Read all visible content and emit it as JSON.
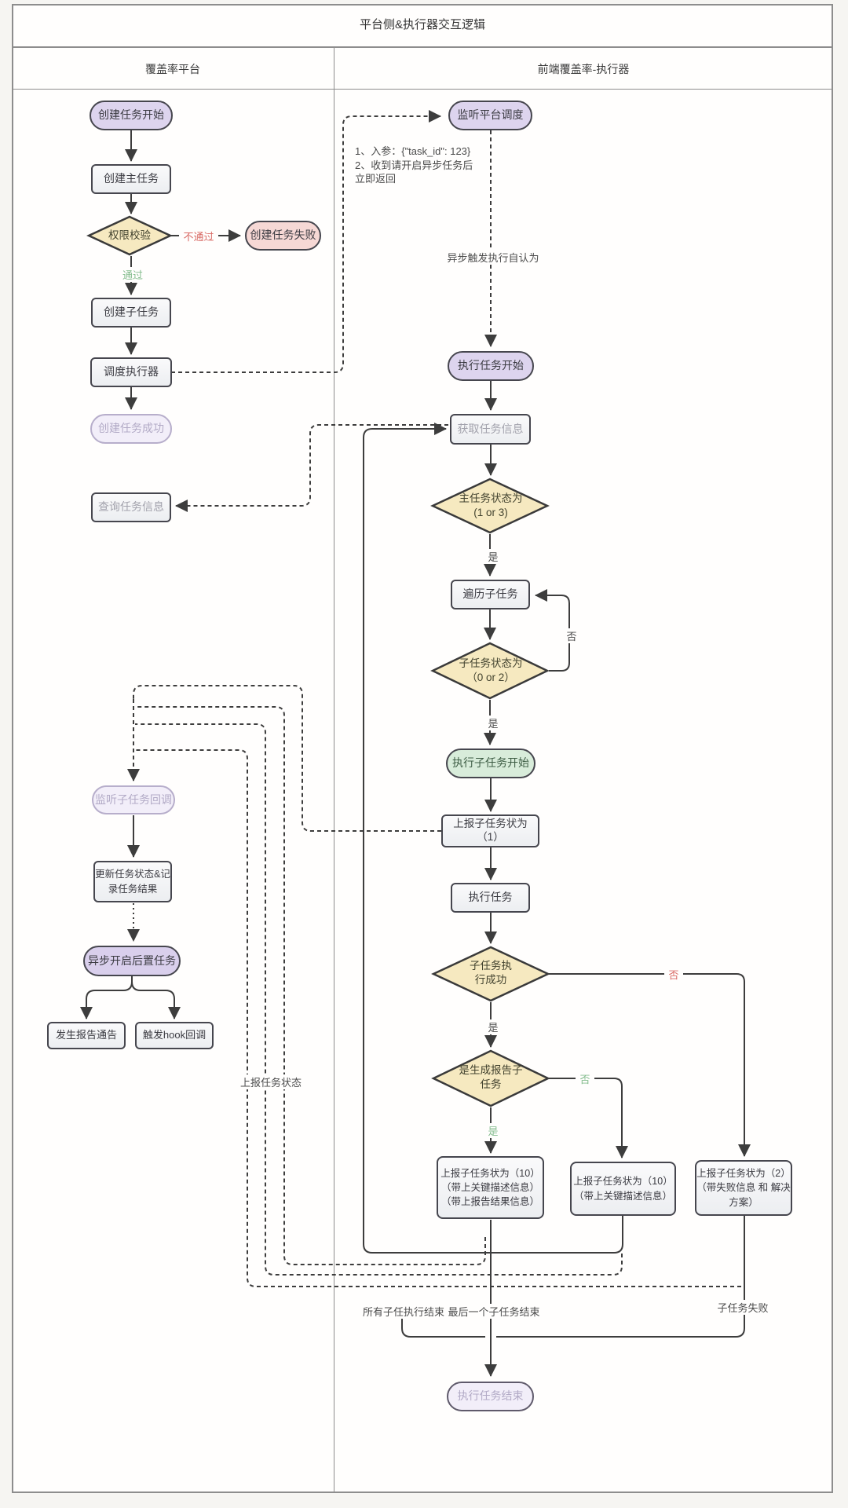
{
  "diagram": {
    "title": "平台侧&执行器交互逻辑",
    "lanes": {
      "left": "覆盖率平台",
      "right": "前端覆盖率-执行器"
    },
    "nodes": {
      "create_start": {
        "label": "创建任务开始"
      },
      "create_main": {
        "label": "创建主任务"
      },
      "perm_check": {
        "label": "权限校验"
      },
      "create_fail": {
        "label": "创建任务失败"
      },
      "create_sub": {
        "label": "创建子任务"
      },
      "dispatch": {
        "label": "调度执行器"
      },
      "create_ok": {
        "label": "创建任务成功"
      },
      "query_info": {
        "label": "查询任务信息"
      },
      "listen_callback": {
        "label": "监听子任务回调"
      },
      "update_status": {
        "lines": [
          "更新任务状态&记",
          "录任务结果"
        ]
      },
      "async_post": {
        "label": "异步开启后置任务"
      },
      "report_notice": {
        "label": "发生报告通告"
      },
      "hook_callback": {
        "label": "触发hook回调"
      },
      "listen_sched": {
        "label": "监听平台调度"
      },
      "exec_start": {
        "label": "执行任务开始"
      },
      "fetch_info": {
        "label": "获取任务信息"
      },
      "main_status": {
        "lines": [
          "主任务状态为",
          "(1 or 3)"
        ]
      },
      "iterate_sub": {
        "label": "遍历子任务"
      },
      "sub_status": {
        "lines": [
          "子任务状态为",
          "（0 or 2）"
        ]
      },
      "exec_sub_start": {
        "label": "执行子任务开始"
      },
      "report_running": {
        "label": "上报子任务状为（1）"
      },
      "exec_task": {
        "label": "执行任务"
      },
      "sub_success": {
        "lines": [
          "子任务执",
          "行成功"
        ]
      },
      "gen_report": {
        "lines": [
          "是生成报告子",
          "任务"
        ]
      },
      "report_done_full": {
        "lines": [
          "上报子任务状为（10）",
          "（带上关键描述信息）",
          "（带上报告结果信息）"
        ]
      },
      "report_done_desc": {
        "lines": [
          "上报子任务状为（10）",
          "（带上关键描述信息）"
        ]
      },
      "report_fail": {
        "lines": [
          "上报子任务状为（2）",
          "（带失败信息 和 解决",
          "方案）"
        ]
      },
      "exec_end": {
        "label": "执行任务结束"
      }
    },
    "note": {
      "lines": [
        "1、入参：{\"task_id\": 123}",
        "2、收到请开启异步任务后",
        "立即返回"
      ]
    },
    "edge_labels": {
      "no_pass": "不通过",
      "pass": "通过",
      "yes_main": "是",
      "yes_sub": "是",
      "yes_success": "是",
      "yes_report": "是",
      "no_iterate": "否",
      "no_success": "否",
      "no_report": "否",
      "async_trigger": "异步触发执行自认为",
      "report_status": "上报任务状态",
      "all_done": "所有子任执行结束",
      "last_done": "最后一个子任务结束",
      "sub_failed": "子任务失败"
    },
    "colors": {
      "terminator_lavender": "#ddd4ee",
      "terminator_pink": "#f6d8d5",
      "terminator_green": "#d8ecda",
      "decision_yellow": "#f6e9c0",
      "process_gray": "#f5f5f7",
      "edge_dark": "#444444",
      "label_red": "#d96b66",
      "label_green": "#85bd8e",
      "faded_lavender": "#f2eef9"
    }
  }
}
